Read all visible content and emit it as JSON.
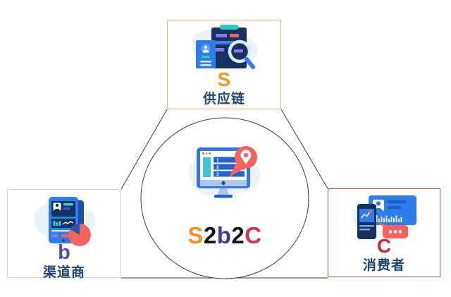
{
  "diagram": {
    "type": "s2b2c-business-model-diagram",
    "center": {
      "icon": "monitor-location-pin-icon",
      "label": "S2b2C",
      "label_parts": [
        {
          "text": "S",
          "color": "#f0922b"
        },
        {
          "text": "2",
          "color": "#121212"
        },
        {
          "text": "b",
          "color": "#3d3d99"
        },
        {
          "text": "2",
          "color": "#121212"
        },
        {
          "text": "C",
          "color": "#c43b54"
        }
      ],
      "circle_color": "#3c3c3c"
    },
    "nodes": [
      {
        "id": "supplier",
        "position": "top",
        "icon": "clipboard-id-card-magnifier-icon",
        "letter": "S",
        "letter_color": "#f5941f",
        "label": "供应链",
        "border_color": "#e5b877"
      },
      {
        "id": "channel",
        "position": "bottom-left",
        "icon": "tablet-pie-chart-icon",
        "letter": "b",
        "letter_color": "#4f4fae",
        "label": "渠道商",
        "border_color": "#d3d6dc"
      },
      {
        "id": "consumer",
        "position": "bottom-right",
        "icon": "phone-id-card-chat-bubble-icon",
        "letter": "C",
        "letter_color": "#c52b3c",
        "label": "消费者",
        "border_color": "#bf4d4d"
      }
    ],
    "connector_color": "#3c3c3c"
  }
}
